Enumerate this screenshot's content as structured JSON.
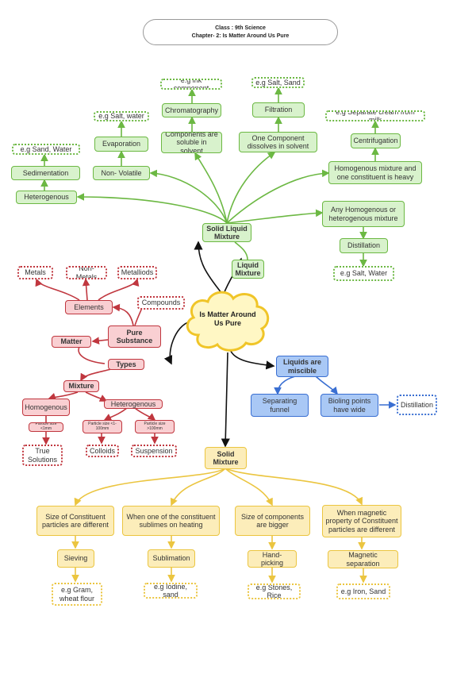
{
  "header": {
    "line1": "Class : 9th Science",
    "line2": "Chapter- 2: Is Matter Around Us Pure"
  },
  "center": {
    "label": "Is Matter Around Us Pure"
  },
  "colors": {
    "green": "#6cb843",
    "red": "#c0373f",
    "yellow": "#ebc540",
    "blue": "#3a6fd2",
    "black": "#111111"
  },
  "solid_liquid": {
    "title": "Solid Liquid Mixture",
    "liquid_mixture": "Liquid Mixture",
    "heterogenous": "Heterogenous",
    "sedimentation": "Sedimentation",
    "sedimentation_eg": "e.g Sand, Water",
    "non_volatile": "Non- Volatile",
    "evaporation": "Evaporation",
    "evaporation_eg": "e.g Salt, water",
    "components_soluble": "Components are soluble in solvent",
    "chromatography": "Chromatography",
    "chromatography_eg": "e.g ink component",
    "one_component": "One Component dissolves in solvent",
    "filtration": "Filtration",
    "filtration_eg": "e.g Salt, Sand",
    "homogenous_heavy": "Homogenous mixture and one constituent is heavy",
    "centrifugation": "Centrifugation",
    "centrifugation_eg": "e.g Separate cream from milk",
    "any_mixture": "Any Homogenous or heterogenous mixture",
    "distillation": "Distillation",
    "distillation_eg": "e.g Salt, Water"
  },
  "matter": {
    "matter": "Matter",
    "pure_substance": "Pure Substance",
    "elements": "Elements",
    "compounds": "Compounds",
    "metals": "Metals",
    "non_metals": "Non- Metals",
    "metalloids": "Metalliods",
    "types": "Types",
    "mixture": "Mixture",
    "homogenous": "Homogenous",
    "heterogenous": "Heterogenous",
    "particle_small": "Particle size <1mm",
    "particle_mid": "Particle size <1-100mm",
    "particle_large": "Particle size >100mm",
    "true_solutions": "True Solutions",
    "colloids": "Colloids",
    "suspension": "Suspension"
  },
  "liquids": {
    "title": "Liquids are miscible",
    "separating_funnel": "Separating funnel",
    "boiling_points": "Bioling points have wide",
    "distillation": "Distillation"
  },
  "solid": {
    "title": "Solid Mixture",
    "size_different": "Size of Constituent particles are different",
    "sublimes": "When one of the constituent sublimes on heating",
    "size_bigger": "Size of components are bigger",
    "magnetic": "When magnetic property of Constituent particles are different",
    "sieving": "Sieving",
    "sublimation": "Sublimation",
    "hand_picking": "Hand- picking",
    "magnetic_separation": "Magnetic separation",
    "sieving_eg": "e.g Gram, wheat flour",
    "sublimation_eg": "e.g Iodine, sand",
    "hand_picking_eg": "e.g Stones, Rice",
    "magnetic_eg": "e.g Iron, Sand"
  }
}
